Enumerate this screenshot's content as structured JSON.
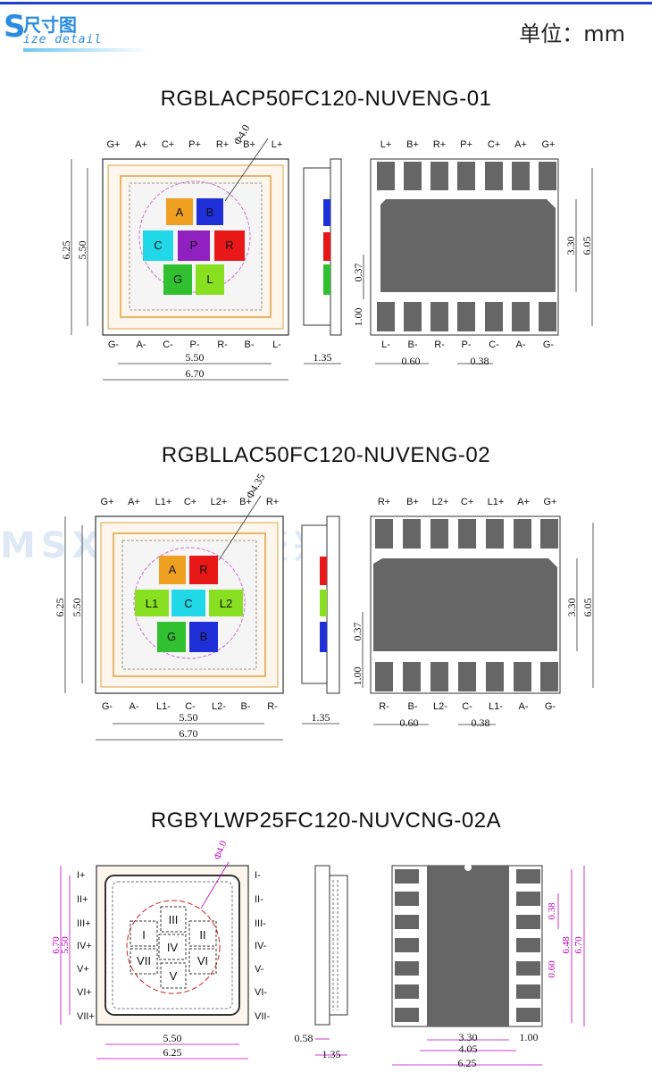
{
  "header": {
    "logo_letter": "S",
    "logo_cn": "尺寸图",
    "logo_en": "ize detail",
    "unit_label": "单位：mm",
    "color_accent": "#1f3fd0"
  },
  "watermark": {
    "text": "MSXING 贸盛兴"
  },
  "pkg1": {
    "title": "RGBLACP50FC120-NUVENG-01",
    "top_pins": [
      "G+",
      "A+",
      "C+",
      "P+",
      "R+",
      "B+",
      "L+"
    ],
    "bottom_pins": [
      "G-",
      "A-",
      "C-",
      "P-",
      "R-",
      "B-",
      "L-"
    ],
    "chips": [
      {
        "label": "A",
        "color": "#f0a020"
      },
      {
        "label": "B",
        "color": "#2030d8"
      },
      {
        "label": "C",
        "color": "#20d8e8"
      },
      {
        "label": "P",
        "color": "#9020c0"
      },
      {
        "label": "R",
        "color": "#e81818"
      },
      {
        "label": "G",
        "color": "#30c030"
      },
      {
        "label": "L",
        "color": "#88e020"
      }
    ],
    "dims": {
      "circle": "Φ4.0",
      "height_total": "6.25",
      "height_inner": "5.50",
      "width_inner": "5.50",
      "width_total": "6.70",
      "side": "1.35"
    },
    "back_top_pins": [
      "L+",
      "B+",
      "R+",
      "P+",
      "C+",
      "A+",
      "G+"
    ],
    "back_bottom_pins": [
      "L-",
      "B-",
      "R-",
      "P-",
      "C-",
      "A-",
      "G-"
    ],
    "back_dims": {
      "pad_h": "3.30",
      "total_h": "6.05",
      "gap": "0.37",
      "pin_h": "1.00",
      "pin_pitch": "0.60",
      "pin_w": "0.38"
    }
  },
  "pkg2": {
    "title": "RGBLLAC50FC120-NUVENG-02",
    "top_pins": [
      "G+",
      "A+",
      "L1+",
      "C+",
      "L2+",
      "B+",
      "R+"
    ],
    "bottom_pins": [
      "G-",
      "A-",
      "L1-",
      "C-",
      "L2-",
      "B-",
      "R-"
    ],
    "chips": [
      {
        "label": "A",
        "color": "#f0a020"
      },
      {
        "label": "R",
        "color": "#e81818"
      },
      {
        "label": "L1",
        "color": "#88e020"
      },
      {
        "label": "C",
        "color": "#20d8e8"
      },
      {
        "label": "L2",
        "color": "#88e020"
      },
      {
        "label": "G",
        "color": "#30c030"
      },
      {
        "label": "B",
        "color": "#2030d8"
      }
    ],
    "dims": {
      "circle": "Φ4.35",
      "height_total": "6.25",
      "height_inner": "5.50",
      "width_inner": "5.50",
      "width_total": "6.70",
      "side": "1.35"
    },
    "back_top_pins": [
      "R+",
      "B+",
      "L2+",
      "C+",
      "L1+",
      "A+",
      "G+"
    ],
    "back_bottom_pins": [
      "R-",
      "B-",
      "L2-",
      "C-",
      "L1-",
      "A-",
      "G-"
    ],
    "back_dims": {
      "pad_h": "3.30",
      "total_h": "6.05",
      "gap": "0.37",
      "pin_h": "1.00",
      "pin_pitch": "0.60",
      "pin_w": "0.38"
    }
  },
  "pkg3": {
    "title": "RGBYLWP25FC120-NUVCNG-02A",
    "left_pins": [
      "I+",
      "II+",
      "III+",
      "IV+",
      "V+",
      "VI+",
      "VII+"
    ],
    "right_pins": [
      "I-",
      "II-",
      "III-",
      "IV-",
      "V-",
      "VI-",
      "VII-"
    ],
    "chips": [
      "I",
      "II",
      "III",
      "IV",
      "V",
      "VI",
      "VII"
    ],
    "dims": {
      "circle": "Φ4.0",
      "height_total": "6.70",
      "height_inner": "5.50",
      "width_inner": "5.50",
      "width_total": "6.25",
      "side_a": "0.58",
      "side_b": "1.35"
    },
    "back_dims": {
      "pitch": "0.38",
      "pad_h": "6.48",
      "total_h": "6.70",
      "pin_pitch": "0.60",
      "pad_w": "3.30",
      "pad_w2": "4.05",
      "total_w": "6.25",
      "pin_len": "1.00"
    }
  }
}
